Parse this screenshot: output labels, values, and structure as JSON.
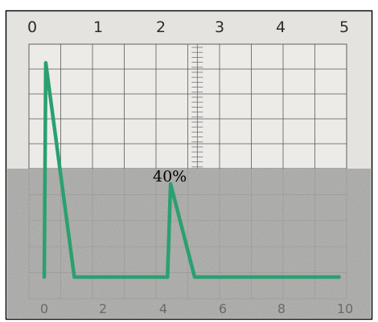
{
  "scope": {
    "top_scale_labels": [
      "0",
      "1",
      "2",
      "3",
      "4",
      "5"
    ],
    "bottom_scale_labels": [
      "0",
      "2",
      "4",
      "6",
      "8",
      "10"
    ],
    "echo_annotation": "40%",
    "trace_color": "#2aa070",
    "screen_color": "#e9e9e6",
    "lower_panel_color": "#b9b9b7",
    "grid_color": "#5a5a5a"
  },
  "trace": {
    "x_units": "bottom scale",
    "points": [
      [
        0.0,
        0
      ],
      [
        0.05,
        92
      ],
      [
        1.0,
        0
      ],
      [
        4.1,
        0
      ],
      [
        4.2,
        40
      ],
      [
        5.0,
        0
      ],
      [
        9.8,
        0
      ]
    ],
    "y_units": "percent"
  }
}
